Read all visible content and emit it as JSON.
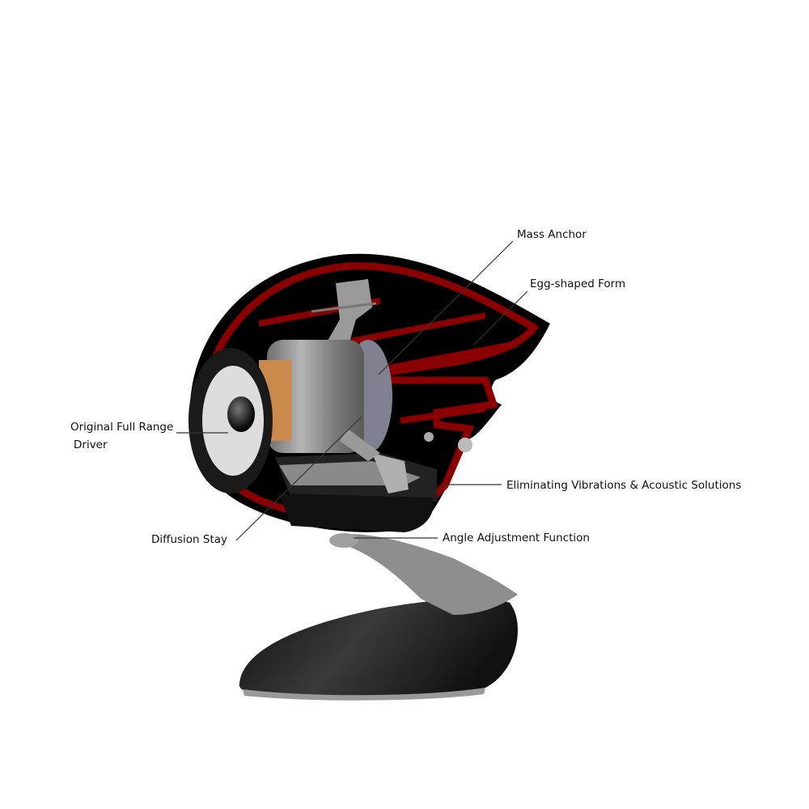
{
  "labels": {
    "mass_anchor": "Mass Anchor",
    "egg_shaped_form": "Egg-shaped Form",
    "driver_line1": "Original Full Range",
    "driver_line2": "Driver",
    "diffusion_stay": "Diffusion Stay",
    "eliminating_vibrations": "Eliminating Vibrations & Acoustic Solutions",
    "angle_adjustment": "Angle Adjustment Function"
  },
  "colors": {
    "shell": "#000000",
    "cutaway": "#8a0000",
    "metal": "#8c8c8c",
    "copper": "#c98a4c"
  }
}
